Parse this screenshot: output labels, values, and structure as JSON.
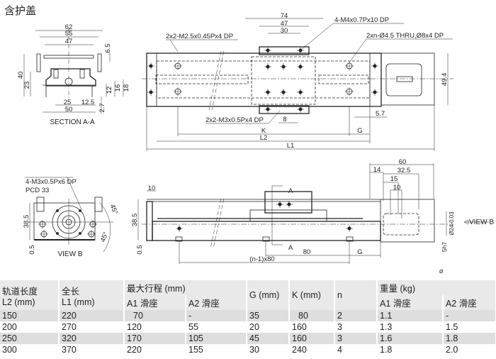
{
  "title": "含护盖",
  "drawing": {
    "section": {
      "label": "SECTION A-A",
      "dims": {
        "w62": "62",
        "w55": "55",
        "w47": "47",
        "h6_5": "6.5",
        "h40": "40",
        "h23": "23",
        "h12": "12",
        "h16": "16",
        "h18": "18",
        "w25": "25",
        "w12_5": "12.5",
        "w50": "50",
        "h2_7": "2.7"
      }
    },
    "top_view": {
      "callouts": {
        "m25": "2x2-M2.5x0.45Px4 DP",
        "m4": "4-M4x0.7Px10 DP",
        "thru": "2xn-Ø4.5 THRU,Ø8x4 DP",
        "m3": "2x2-M3x0.5Px4 DP"
      },
      "dims": {
        "w74": "74",
        "w47": "47",
        "w30": "30",
        "h49_4": "49.4",
        "w5_7": "5.7",
        "w8": "8",
        "K": "K",
        "G": "G",
        "L2": "L2",
        "L1": "L1"
      }
    },
    "view_b": {
      "callout1": "4-M3x0.5Px6 DP",
      "callout2": "PCD 33",
      "label": "VIEW B",
      "dims": {
        "h38_5": "38.5",
        "h0_5": "0.5",
        "a45a": "45°",
        "a45b": "45°"
      }
    },
    "side_view": {
      "dims": {
        "w10": "10",
        "h38_5": "38.5",
        "h0_5": "0.5",
        "w80": "80",
        "G": "G",
        "pitch": "(n-1)x80",
        "w60": "60",
        "w14": "14",
        "w32_5": "32.5",
        "w15": "15",
        "w10b": "10",
        "shaft": "Ø24-0.03",
        "h5h7": "5h7",
        "secA1": "A",
        "secA2": "A",
        "viewb": "VIEW B",
        "phi": "Ø"
      }
    }
  },
  "table": {
    "headers": {
      "l2": [
        "轨道长度",
        "L2 (mm)"
      ],
      "l1": [
        "全长",
        "L1 (mm)"
      ],
      "stroke": "最大行程 (mm)",
      "stroke_a1": "A1 滑座",
      "stroke_a2": "A2 滑座",
      "g": "G (mm)",
      "k": "K (mm)",
      "n": "n",
      "weight": "重量 (kg)",
      "weight_a1": "A1 滑座",
      "weight_a2": "A2 滑座"
    },
    "rows": [
      [
        "150",
        "220",
        "70",
        "-",
        "35",
        "80",
        "2",
        "1.1",
        "-"
      ],
      [
        "200",
        "270",
        "120",
        "55",
        "20",
        "160",
        "3",
        "1.3",
        "1.5"
      ],
      [
        "250",
        "320",
        "170",
        "105",
        "45",
        "160",
        "3",
        "1.6",
        "1.8"
      ],
      [
        "300",
        "370",
        "220",
        "155",
        "30",
        "240",
        "4",
        "1.8",
        "2.0"
      ]
    ]
  }
}
